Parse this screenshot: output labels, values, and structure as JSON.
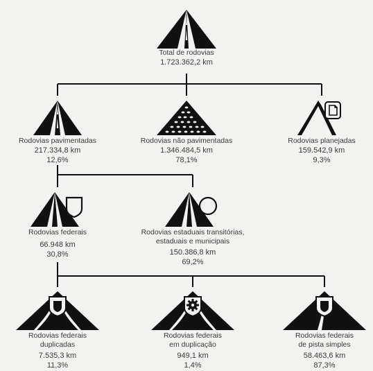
{
  "nodes": {
    "total": {
      "label1": "Total de rodovias",
      "value": "1.723.362,2 km"
    },
    "paved": {
      "label1": "Rodovias pavimentadas",
      "value": "217.334,8 km",
      "pct": "12,6%"
    },
    "unpaved": {
      "label1": "Rodovias não pavimentadas",
      "value": "1.346.484,5 km",
      "pct": "78,1%"
    },
    "planned": {
      "label1": "Rodovias planejadas",
      "value": "159.542,9 km",
      "pct": "9,3%"
    },
    "federal": {
      "label1": "Rodovias federais",
      "value": "66.948 km",
      "pct": "30,8%"
    },
    "state": {
      "label1": "Rodovias estaduais transitórias,",
      "label2": "estaduais e municipais",
      "value": "150.386,8 km",
      "pct": "69,2%"
    },
    "duplicated": {
      "label1": "Rodovias federais",
      "label2": "duplicadas",
      "value": "7.535,3 km",
      "pct": "11,3%"
    },
    "inprogress": {
      "label1": "Rodovias federais",
      "label2": "em duplicação",
      "value": "949,1 km",
      "pct": "1,4%"
    },
    "single": {
      "label1": "Rodovias federais",
      "label2": "de pista simples",
      "value": "58.463,6 km",
      "pct": "87,3%"
    }
  },
  "icons": {
    "total": "road-icon",
    "paved": "road-icon",
    "unpaved": "gravel-road-icon",
    "planned": "planned-road-icon",
    "federal": "federal-shield-road-icon",
    "state": "state-circle-road-icon",
    "duplicated": "duplicated-road-icon",
    "inprogress": "construction-road-icon",
    "single": "single-lane-road-icon"
  },
  "colors": {
    "ink": "#111111",
    "background": "#f2f2f0",
    "text": "#3a3a3a"
  }
}
